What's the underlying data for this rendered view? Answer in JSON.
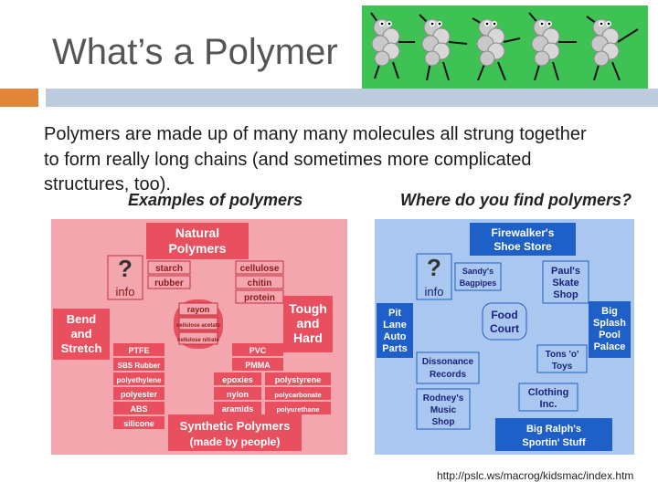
{
  "slide": {
    "title": "What’s a Polymer",
    "body": "Polymers are made up of many many molecules all strung together to form really long chains (and sometimes more complicated structures, too).",
    "examples_heading": "Examples of polymers",
    "where_heading": "Where do you find polymers?",
    "source_url": "http://pslc.ws/macrog/kidsmac/index.htm"
  },
  "colors": {
    "accent_orange": "#e0853a",
    "accent_blue": "#bccbde",
    "polymer_red": "#e8505f",
    "polymer_pink": "#f4a6ae",
    "place_blue": "#1f5fc8",
    "place_light": "#a9c7ef",
    "banner_green": "#3fc254"
  },
  "banner": {
    "icon": "dancing-molecules-image"
  },
  "left_panel": {
    "natural": [
      "Natural",
      "Polymers"
    ],
    "info_q": "?",
    "info": "info",
    "natural_items": [
      "starch",
      "rubber",
      "cellulose",
      "chitin",
      "protein"
    ],
    "middle_items": [
      "rayon",
      "cellulose acetate",
      "cellulose nitrate"
    ],
    "tough": [
      "Tough",
      "and",
      "Hard"
    ],
    "bend": [
      "Bend",
      "and",
      "Stretch"
    ],
    "stretch_items": [
      "PTFE",
      "SBS Rubber",
      "polyethylene",
      "polyester",
      "ABS",
      "silicone"
    ],
    "hard_items": [
      "PVC",
      "PMMA",
      "epoxies",
      "polystyrene",
      "nylon",
      "polycarbonate",
      "aramids",
      "polyurethane"
    ],
    "synthetic": [
      "Synthetic Polymers",
      "(made by people)"
    ]
  },
  "right_panel": {
    "top": [
      "Firewalker's",
      "Shoe Store"
    ],
    "info_q": "?",
    "info": "info",
    "sandy": [
      "Sandy's",
      "Bagpipes"
    ],
    "paul": [
      "Paul's",
      "Skate",
      "Shop"
    ],
    "pit": [
      "Pit",
      "Lane",
      "Auto",
      "Parts"
    ],
    "food": [
      "Food",
      "Court"
    ],
    "splash": [
      "Big",
      "Splash",
      "Pool",
      "Palace"
    ],
    "toys": [
      "Tons 'o'",
      "Toys"
    ],
    "dissonance": [
      "Dissonance",
      "Records"
    ],
    "rodney": [
      "Rodney's",
      "Music",
      "Shop"
    ],
    "clothing": [
      "Clothing",
      "Inc."
    ],
    "ralph": [
      "Big Ralph's",
      "Sportin' Stuff"
    ]
  }
}
